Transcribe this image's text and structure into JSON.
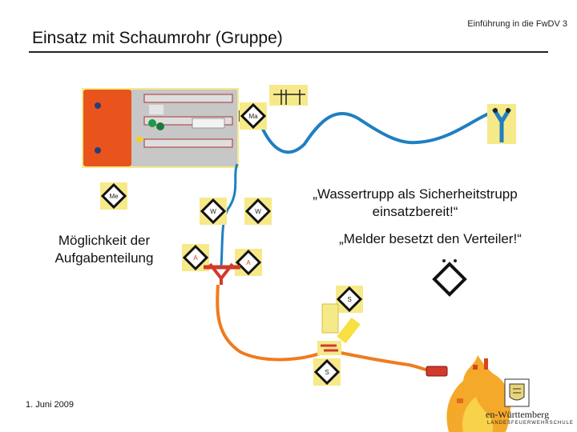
{
  "header": {
    "note": "Einführung in die FwDV 3",
    "title": "Einsatz mit Schaumrohr (Gruppe)"
  },
  "texts": {
    "quote_line1": "„Wassertrupp als Sicherheitstrupp",
    "quote_line2": "einsatzbereit!“",
    "quote_melder": "„Melder besetzt den Verteiler!“",
    "task_split_line1": "Möglichkeit der",
    "task_split_line2": "Aufgabenteilung",
    "date": "1. Juni 2009"
  },
  "diagram": {
    "markers": [
      {
        "id": "ma",
        "label": "Ma"
      },
      {
        "id": "me",
        "label": "Me"
      },
      {
        "id": "w1",
        "label": "W"
      },
      {
        "id": "w2",
        "label": "W"
      },
      {
        "id": "a1",
        "label": "A"
      },
      {
        "id": "a2",
        "label": "A"
      },
      {
        "id": "s1",
        "label": "S"
      },
      {
        "id": "s2",
        "label": "S"
      }
    ],
    "colors": {
      "vehicle": "#e8541c",
      "water_hose": "#1f7fc1",
      "foam_hose": "#f07b1e",
      "marker_fill": "#f6e98a",
      "fire": "#f4a92a"
    }
  },
  "footer": {
    "school_name": "en-Württemberg",
    "school_sub": "LANDESFEUERWEHRSCHULE"
  }
}
